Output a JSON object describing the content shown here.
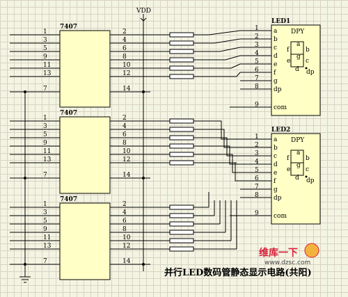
{
  "chips": [
    {
      "name": "7407",
      "left_pins": [
        "1",
        "3",
        "5",
        "9",
        "11",
        "13",
        "7"
      ],
      "right_pins": [
        "2",
        "4",
        "6",
        "8",
        "10",
        "12",
        "14"
      ]
    },
    {
      "name": "7407",
      "left_pins": [
        "1",
        "3",
        "5",
        "9",
        "11",
        "13",
        "7"
      ],
      "right_pins": [
        "2",
        "4",
        "6",
        "8",
        "10",
        "12",
        "14"
      ]
    },
    {
      "name": "7407",
      "left_pins": [
        "1",
        "3",
        "5",
        "9",
        "11",
        "13",
        "7"
      ],
      "right_pins": [
        "2",
        "4",
        "6",
        "8",
        "10",
        "12",
        "14"
      ]
    }
  ],
  "vdd_label": "VDD",
  "leds": [
    {
      "ref": "LED1",
      "type": "DPY",
      "pins_left": [
        "a",
        "b",
        "c",
        "d",
        "e",
        "f",
        "g",
        "dp",
        "com"
      ],
      "pin_numbers": [
        "1",
        "2",
        "3",
        "4",
        "5",
        "6",
        "7",
        "8",
        "9"
      ],
      "segments": [
        "a",
        "b",
        "c",
        "d",
        "e",
        "f",
        "g",
        "dp"
      ]
    },
    {
      "ref": "LED2",
      "type": "DPY",
      "pins_left": [
        "a",
        "b",
        "c",
        "d",
        "e",
        "f",
        "g",
        "dp",
        "com"
      ],
      "pin_numbers": [
        "1",
        "2",
        "3",
        "4",
        "5",
        "6",
        "7",
        "8",
        "9"
      ],
      "segments": [
        "a",
        "b",
        "c",
        "d",
        "e",
        "f",
        "g",
        "dp"
      ]
    }
  ],
  "caption": "并行LED数码管静态显示电路(共阳)",
  "watermark": {
    "brand": "维库一下",
    "url": "www.dzsc.com"
  },
  "colors": {
    "wire": "#000000",
    "chip_fill": "#ffffc6",
    "background": "#f4f4e3",
    "watermark": "#d8203a"
  }
}
